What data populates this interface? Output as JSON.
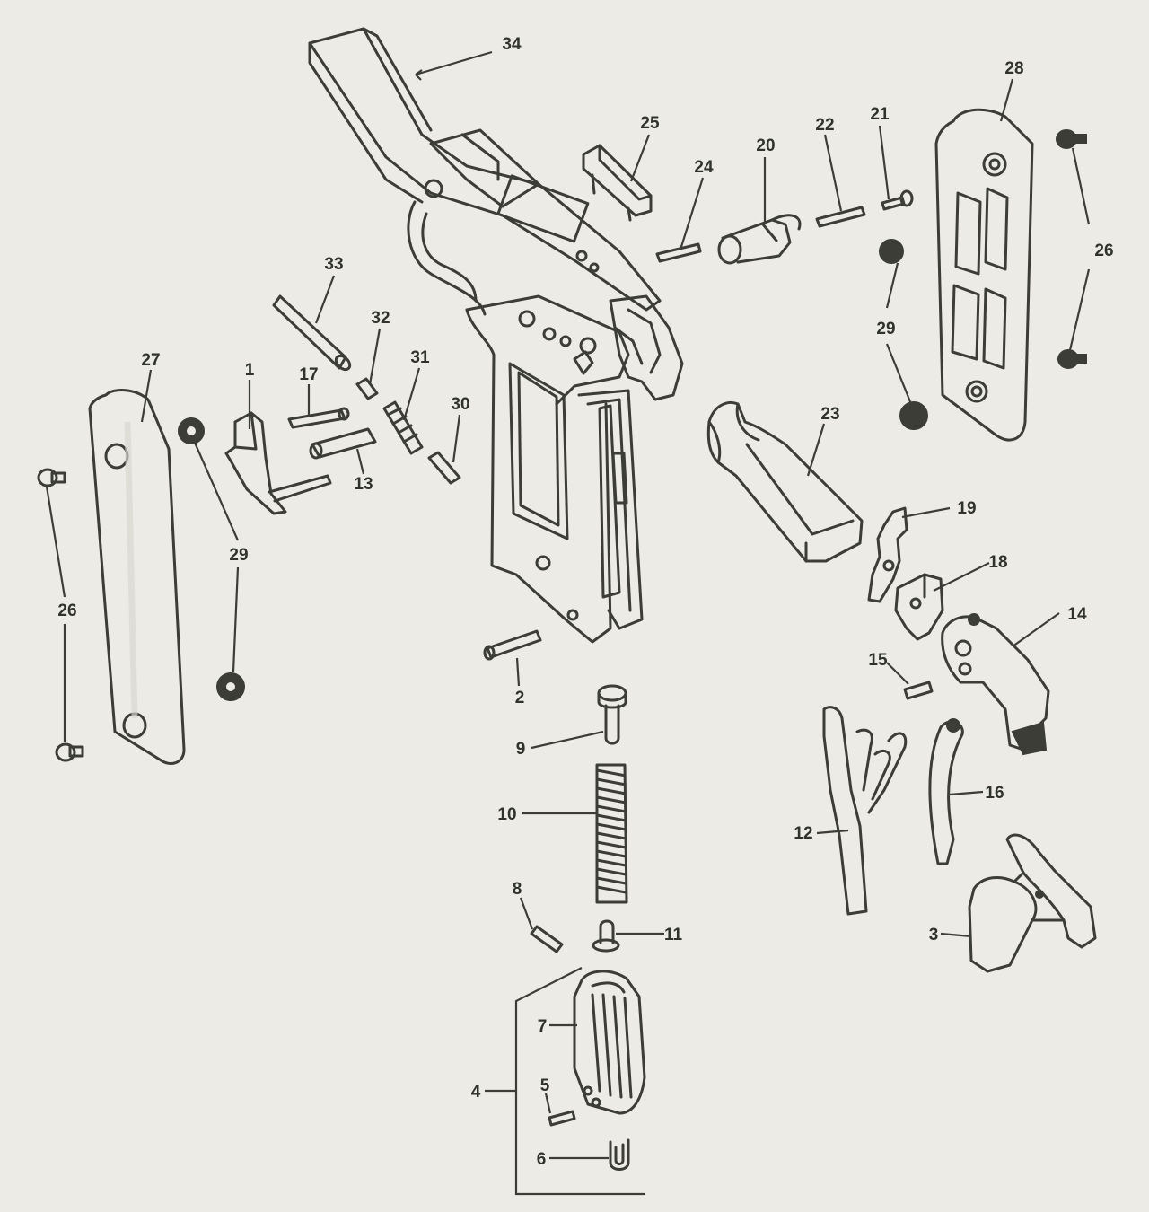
{
  "callouts": [
    {
      "id": "c34",
      "label": "34"
    },
    {
      "id": "c25",
      "label": "25"
    },
    {
      "id": "c24",
      "label": "24"
    },
    {
      "id": "c20",
      "label": "20"
    },
    {
      "id": "c22",
      "label": "22"
    },
    {
      "id": "c21",
      "label": "21"
    },
    {
      "id": "c28",
      "label": "28"
    },
    {
      "id": "c26r",
      "label": "26"
    },
    {
      "id": "c29r",
      "label": "29"
    },
    {
      "id": "c33",
      "label": "33"
    },
    {
      "id": "c32",
      "label": "32"
    },
    {
      "id": "c31",
      "label": "31"
    },
    {
      "id": "c30",
      "label": "30"
    },
    {
      "id": "c27",
      "label": "27"
    },
    {
      "id": "c1",
      "label": "1"
    },
    {
      "id": "c17",
      "label": "17"
    },
    {
      "id": "c13",
      "label": "13"
    },
    {
      "id": "c29l",
      "label": "29"
    },
    {
      "id": "c26l",
      "label": "26"
    },
    {
      "id": "c23",
      "label": "23"
    },
    {
      "id": "c19",
      "label": "19"
    },
    {
      "id": "c18",
      "label": "18"
    },
    {
      "id": "c14",
      "label": "14"
    },
    {
      "id": "c15",
      "label": "15"
    },
    {
      "id": "c16",
      "label": "16"
    },
    {
      "id": "c12",
      "label": "12"
    },
    {
      "id": "c3",
      "label": "3"
    },
    {
      "id": "c2",
      "label": "2"
    },
    {
      "id": "c9",
      "label": "9"
    },
    {
      "id": "c10",
      "label": "10"
    },
    {
      "id": "c8",
      "label": "8"
    },
    {
      "id": "c11",
      "label": "11"
    },
    {
      "id": "c7",
      "label": "7"
    },
    {
      "id": "c4",
      "label": "4"
    },
    {
      "id": "c5",
      "label": "5"
    },
    {
      "id": "c6",
      "label": "6"
    }
  ]
}
